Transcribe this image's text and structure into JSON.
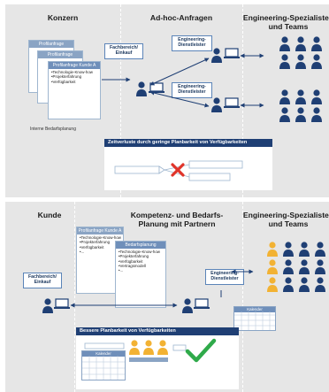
{
  "top": {
    "col1_title": "Konzern",
    "col2_title": "Ad-hoc-Anfragen",
    "col3_title": "Engineering-Spezialisten und Teams",
    "card_back1": "Profilanfrage",
    "card_back2": "Profilanfrage",
    "card_front": "Profilanfrage Kunde A",
    "card_items": [
      "Technologie-Know-how",
      "Projekterfahrung",
      "Verfügbarkeit"
    ],
    "caption": "Interne Bedarfsplanung",
    "dept_label": "Fachbereich/ Einkauf",
    "provider1": "Engineering-Dienstleister",
    "provider2": "Engineering-Dienstleister",
    "banner_title": "Zeitverluste durch geringe Planbarkeit von Verfügbarkeiten"
  },
  "bottom": {
    "col1_title": "Kunde",
    "col2_title": "Kompetenz- und Bedarfs-Planung mit Partnern",
    "col3_title": "Engineering-Spezialisten und Teams",
    "card_back": "Profilanfrage Kunde A",
    "card_back_items": [
      "Technologie-Know-how",
      "Projekterfahrung",
      "Verfügbarkeit",
      "..."
    ],
    "card_front": "Bedarfsplanung",
    "card_front_items": [
      "Technologie-Know-how",
      "Projekterfahrung",
      "Verfügbarkeit",
      "Vertragsmodell",
      "..."
    ],
    "dept_label": "Fachbereich/ Einkauf",
    "provider": "Engineering-Dienstleister",
    "calendar_label": "Kalender",
    "banner_title": "Bessere Planbarkeit von Verfügbarkeiten",
    "banner_calendar": "Kalender"
  },
  "colors": {
    "panel": "#e6e6e6",
    "navy": "#1f3f74",
    "person_blue": "#1f3f74",
    "person_yellow": "#f2b233",
    "card_blue": "#8aa4c4",
    "red_x": "#e0342a",
    "green_check": "#2faa4a"
  }
}
